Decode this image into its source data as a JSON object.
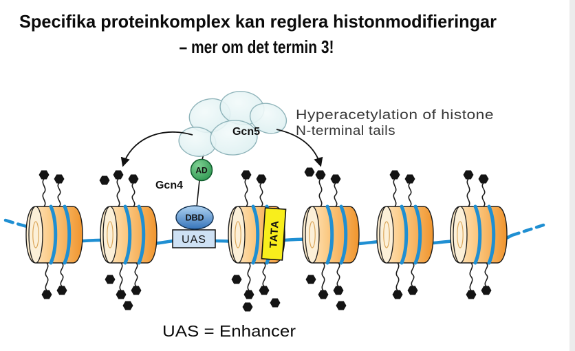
{
  "title": {
    "line1": "Specifika proteinkomplex kan reglera histonmodifieringar",
    "line2": "– mer om det termin 3!"
  },
  "labels": {
    "gcn5": "Gcn5",
    "ad": "AD",
    "gcn4": "Gcn4",
    "dbd": "DBD",
    "uas": "UAS",
    "tata": "TATA"
  },
  "annotation": {
    "line1": "Hyperacetylation of histone",
    "line2": "N-terminal tails"
  },
  "caption": "UAS = Enhancer",
  "colors": {
    "dna_blue": "#1F8FD2",
    "nucleosome_orange": "#F0952E",
    "nucleosome_light": "#FDF0D5",
    "complex_blue": "#D4EBED",
    "ad_green": "#1E8C44",
    "dbd_blue": "#3573B9",
    "uas_box_blue": "#CEE1F4",
    "tata_yellow": "#F8EE1C",
    "acetyl_black": "#141414"
  }
}
